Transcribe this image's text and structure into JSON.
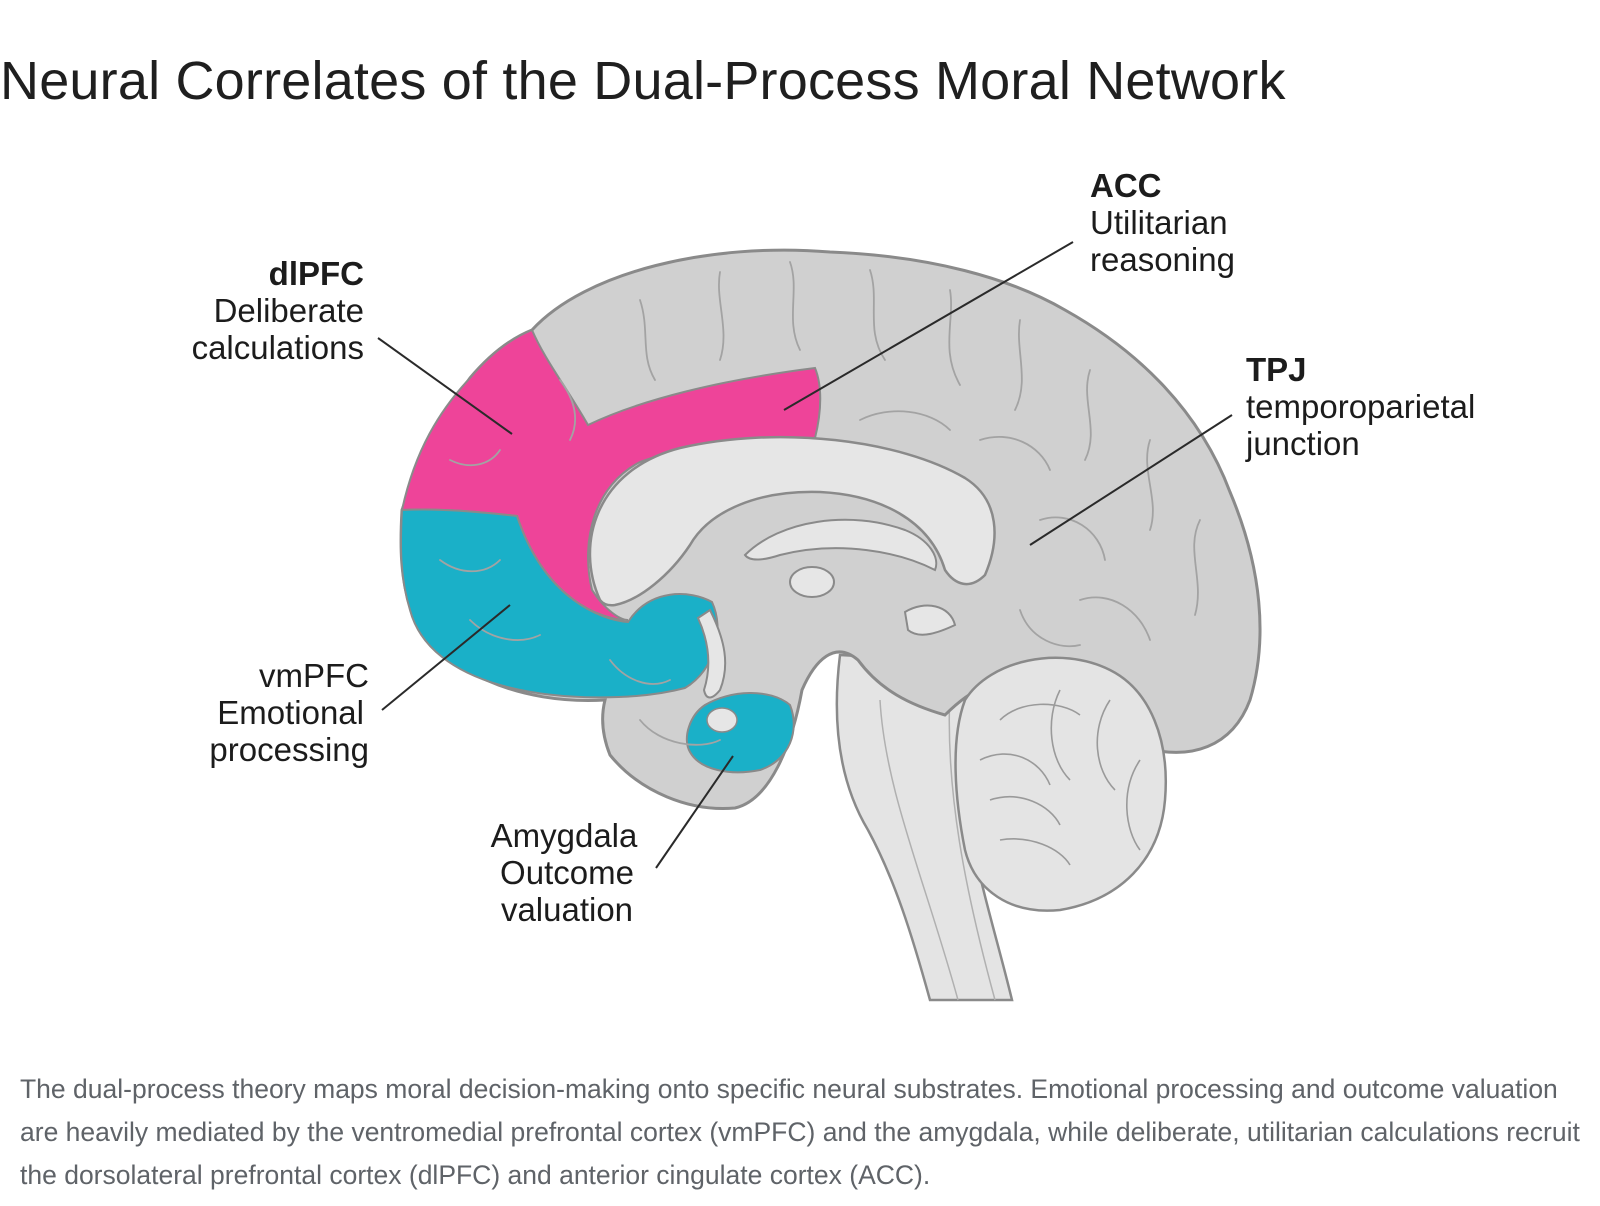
{
  "title": "Neural Correlates of the Dual-Process Moral Network",
  "colors": {
    "dorsal_deliberative": "#ee4499",
    "ventral_emotional": "#1ab0c8",
    "brain_fill": "#d0d0d0",
    "brain_light": "#e6e6e6",
    "outline": "#8a8a8a"
  },
  "labels": {
    "dlpfc": {
      "abbr": "dlPFC",
      "desc_line1": "Deliberate",
      "desc_line2": "calculations"
    },
    "acc": {
      "abbr": "ACC",
      "desc_line1": "Utilitarian",
      "desc_line2": "reasoning"
    },
    "tpj": {
      "abbr": "TPJ",
      "desc_line1": "temporoparietal",
      "desc_line2": "junction"
    },
    "vmpfc": {
      "abbr": "vmPFC",
      "desc_line1": "Emotional",
      "desc_line2": "processing"
    },
    "amygdala": {
      "line1": "Amygdala",
      "line2": "Outcome",
      "line3": "valuation"
    }
  },
  "caption": "The dual-process theory maps moral decision-making onto specific neural substrates. Emotional processing and outcome valuation are heavily mediated by the ventromedial prefrontal cortex (vmPFC) and the amygdala, while deliberate, utilitarian calculations recruit the dorsolateral prefrontal cortex (dlPFC) and anterior cingulate cortex (ACC)."
}
